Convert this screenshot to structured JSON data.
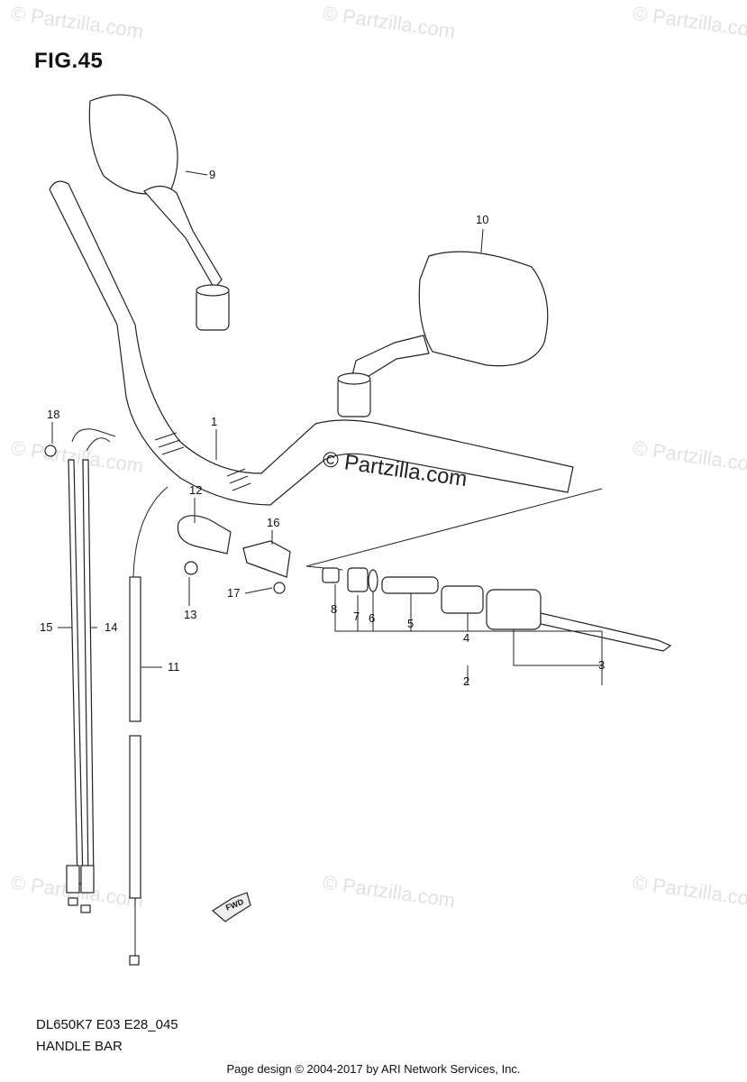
{
  "figure": {
    "title": "FIG.45",
    "code": "DL650K7 E03 E28_045",
    "name": "HANDLE BAR",
    "footer": "Page design © 2004-2017 by ARI Network Services, Inc.",
    "watermark": "© Partzilla.com"
  },
  "callouts": [
    "1",
    "2",
    "3",
    "4",
    "5",
    "6",
    "7",
    "8",
    "9",
    "10",
    "11",
    "12",
    "13",
    "14",
    "15",
    "16",
    "17",
    "18"
  ],
  "fwd_label": "FWD",
  "colors": {
    "line": "#222222",
    "watermark": "#e2e2e2"
  }
}
